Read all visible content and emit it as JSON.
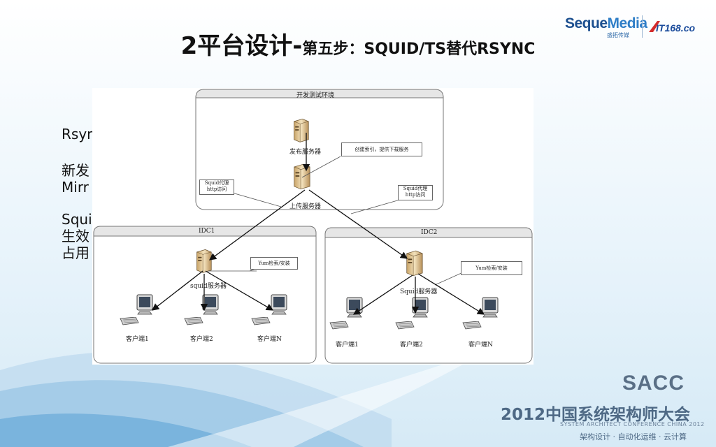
{
  "slide": {
    "title_main": "2平台设计-",
    "title_sub": "第五步：SQUID/TS替代RSYNC"
  },
  "logos": {
    "seque_a": "Seque",
    "seque_b": "Media",
    "seque_sub": "盛拓传媒",
    "it168": "IT168.com"
  },
  "bullets": [
    "Rsyn",
    "新发",
    "Mirr",
    "",
    "Squi",
    "生效",
    "占用"
  ],
  "diagram": {
    "dev_env_label": "开发测试环境",
    "publish_server": "发布服务器",
    "upload_server": "上传服务器",
    "index_note": "创建索引，提供下载服务",
    "squid_proxy_left": [
      "Squid代理",
      "http访问"
    ],
    "squid_proxy_right": [
      "Squid代理",
      "http访问"
    ],
    "idc1": {
      "label": "IDC1",
      "server": "squid服务器",
      "yum_note": "Yum检索/安装",
      "clients": [
        "客户端1",
        "客户端2",
        "客户端N"
      ]
    },
    "idc2": {
      "label": "IDC2",
      "server": "Squid服务器",
      "yum_note": "Yum检索/安装",
      "clients": [
        "客户端1",
        "客户端2",
        "客户端N"
      ]
    }
  },
  "footer": {
    "sacc": "SACC",
    "conference": "2012中国系统架构师大会",
    "conference_en": "SYSTEM ARCHITECT CONFERENCE CHINA 2012",
    "tagline": "架构设计 · 自动化运维 · 云计算"
  }
}
